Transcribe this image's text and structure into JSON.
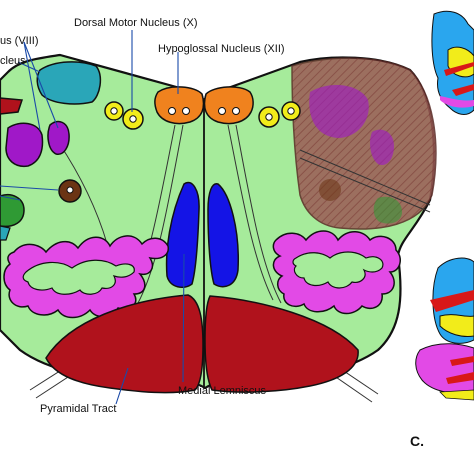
{
  "labels": {
    "vestibulocochlear_partial": "us (VIII)",
    "nucleus_partial": "cleus",
    "dorsal_motor": "Dorsal Motor Nucleus (X)",
    "hypoglossal": "Hypoglossal Nucleus (XII)",
    "medial_lemniscus": "Medial Lemniscus",
    "pyramidal_tract": "Pyramidal Tract",
    "panel_c": "C."
  },
  "colors": {
    "background": "#ffffff",
    "medulla_fill": "#a6eb9b",
    "outline": "#111111",
    "hypoglossal": "#f0821e",
    "small_nuclei": "#f2ec1a",
    "teal_nucleus": "#2aa6b8",
    "purple_nucleus": "#a018c8",
    "brown_nucleus": "#6b3414",
    "green_nucleus": "#2f9a34",
    "blue_lemniscus": "#1414e6",
    "red_pyramids": "#b0121c",
    "olive_magenta": "#e24ae6",
    "olive_inner": "#a6eb9b",
    "overlay_brown": "#9b5a55"
  }
}
